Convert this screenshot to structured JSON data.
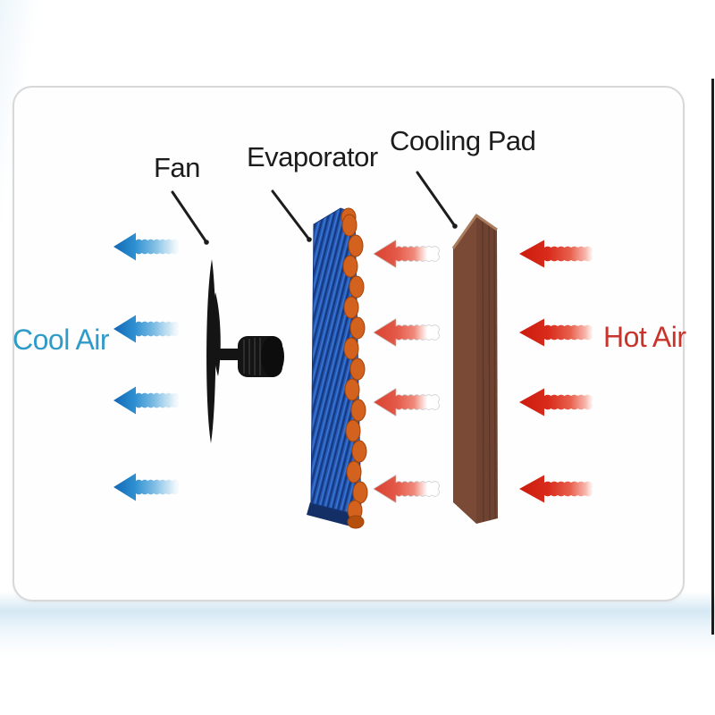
{
  "diagram": {
    "labels": {
      "fan": "Fan",
      "evaporator": "Evaporator",
      "cooling_pad": "Cooling Pad"
    },
    "airflow": {
      "cool_air": "Cool Air",
      "hot_air": "Hot Air",
      "cool_arrow_rows": 4,
      "hot_inner_arrow_rows": 4,
      "hot_outer_arrow_rows": 4,
      "direction": "left"
    },
    "colors": {
      "cool_air_text": "#2E9BC8",
      "hot_air_text": "#C8332B",
      "label_text": "#1C1C1C",
      "blue_arrow": "#1268B3",
      "mid_red_arrow": "#DA4231",
      "right_red_arrow": "#CB1B0E",
      "evaporator_blue": "#2458B8",
      "evaporator_coil_orange": "#D2621E",
      "cooling_pad_brown": "#7B4A37",
      "cooling_pad_side": "#6F4331",
      "fan_black": "#141414",
      "panel_border": "#D8D8D8",
      "backdrop_wash": "#C7E0F0"
    }
  }
}
